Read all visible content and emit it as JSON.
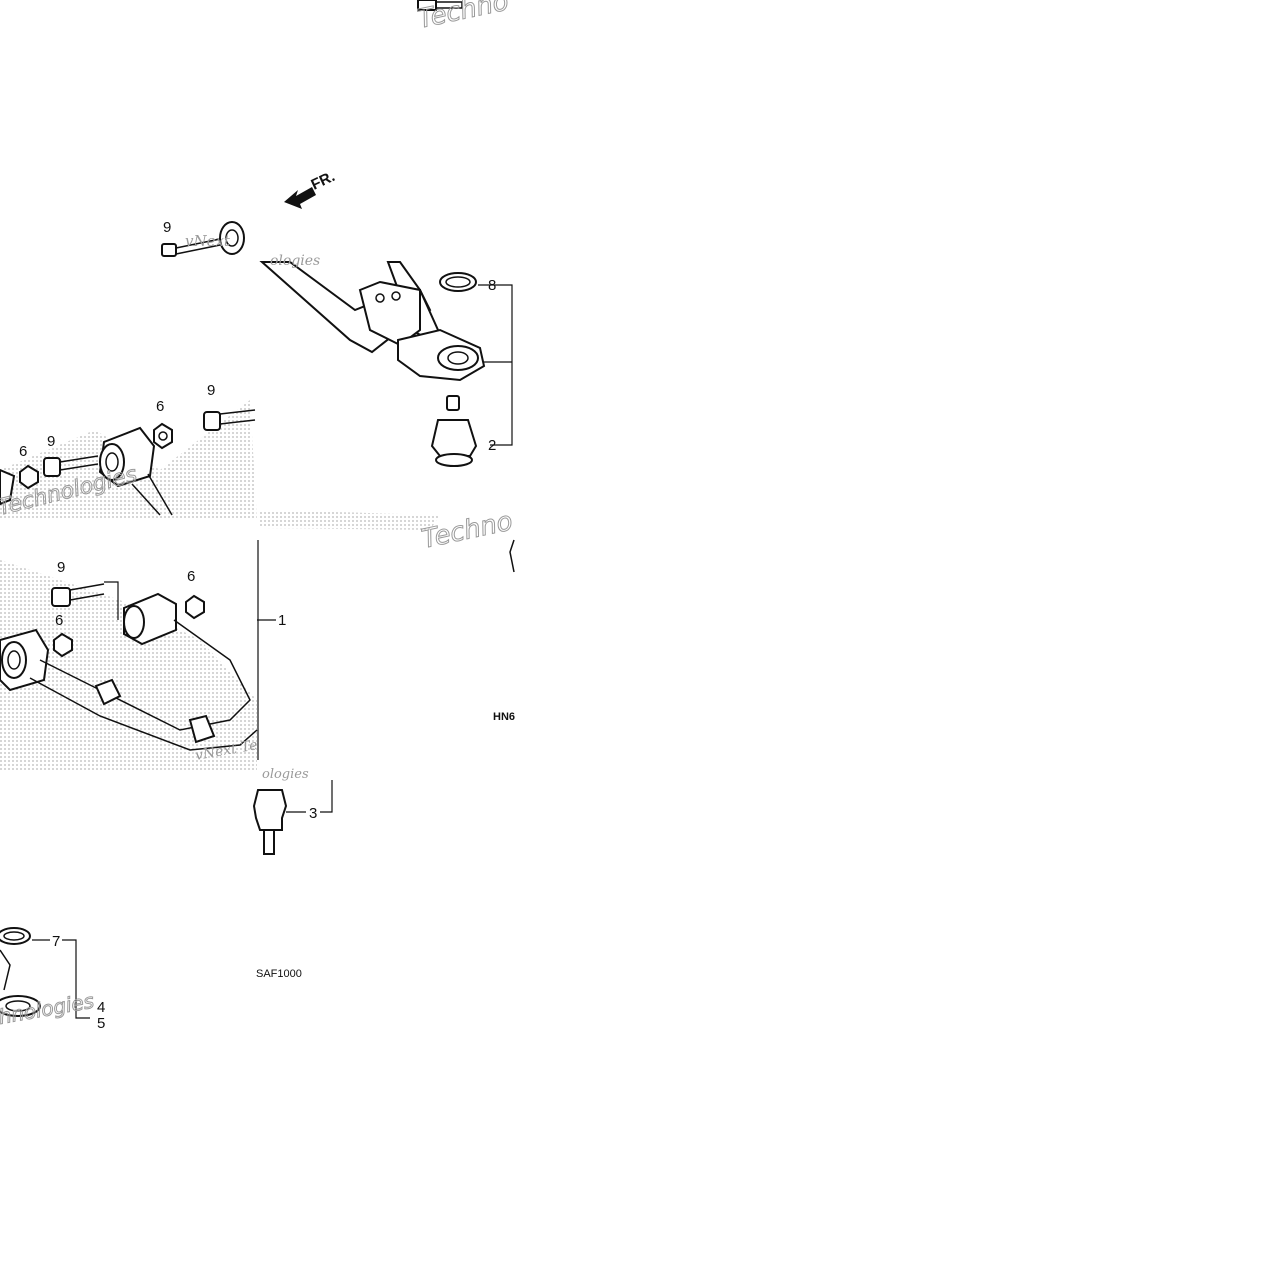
{
  "diagram": {
    "direction_label": "FR.",
    "callouts": {
      "c1": "1",
      "c2": "2",
      "c3": "3",
      "c4": "4",
      "c5": "5",
      "c6a": "6",
      "c6b": "6",
      "c6c": "6",
      "c6d": "6",
      "c7": "7",
      "c8": "8",
      "c9a": "9",
      "c9b": "9",
      "c9c": "9",
      "c9d": "9"
    },
    "codes": {
      "diagram_code": "SAF1000",
      "ref_code": "HN6"
    },
    "watermarks": {
      "w1": "vNext",
      "w2": "Technologies",
      "w3": "ologies",
      "w4": "Techno",
      "w5": "vNext Te",
      "w6": "ologies",
      "w7": "hnologies"
    },
    "colors": {
      "line": "#111111",
      "watermark": "#9a9a9a",
      "background": "#ffffff"
    }
  }
}
